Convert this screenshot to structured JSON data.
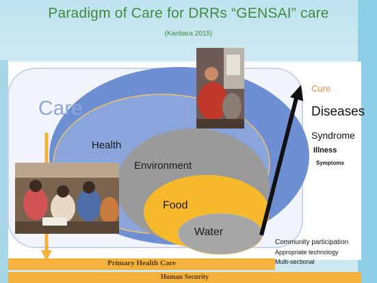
{
  "title": "Paradigm of Care for DRRs “GENSAI” care",
  "subtitle": "(Kanbara 2015)",
  "labels": {
    "care": "Care",
    "health": "Health",
    "environment": "Environment",
    "food": "Food",
    "water": "Water",
    "cure": "Cure",
    "diseases": "Diseases",
    "syndrome": "Syndrome",
    "illness": "Illness",
    "symptoms": "Symptoms",
    "community": "Community participation",
    "appropriate": "Appropriate technology",
    "multisectional": "Multi-sectional"
  },
  "bars": {
    "primary_health_care": "Primary Health Care",
    "human_security": "Human Security"
  },
  "colors": {
    "care_ellipse": "#6f8fd3",
    "health_ellipse": "#8aa4dc",
    "environment_ellipse": "#9a9a9a",
    "food_ellipse": "#f6b92b",
    "water_ellipse": "#a6a6a6",
    "bar": "#f3b23e",
    "cure_text": "#e48a3c",
    "title_text": "#3f8a3f"
  }
}
